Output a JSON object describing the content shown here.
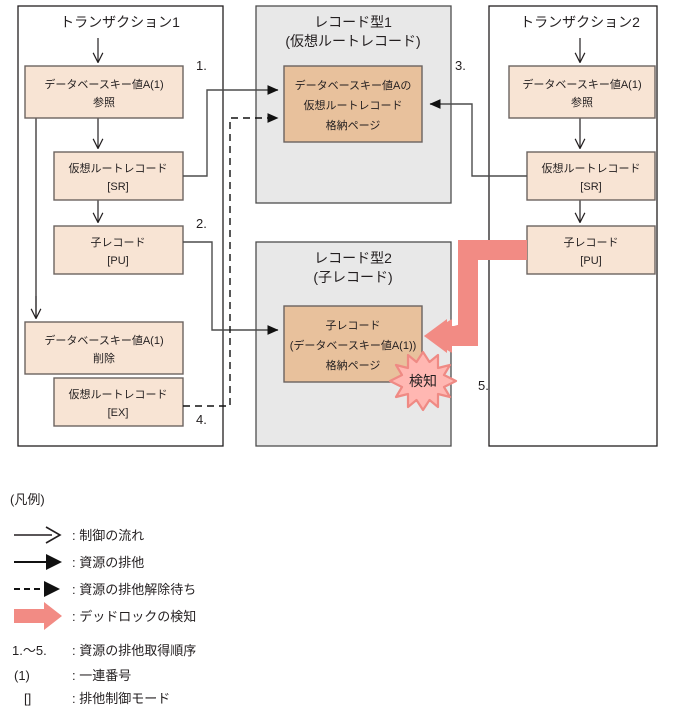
{
  "columns": {
    "transaction1": {
      "title": "トランザクション1",
      "steps": [
        {
          "name": "ref-key-a",
          "lines": [
            "データベースキー値A(1)",
            "参照"
          ]
        },
        {
          "name": "virtual-root-sr",
          "lines": [
            "仮想ルートレコード",
            "[SR]"
          ]
        },
        {
          "name": "child-record-pu",
          "lines": [
            "子レコード",
            "[PU]"
          ]
        },
        {
          "name": "delete-key-a",
          "lines": [
            "データベースキー値A(1)",
            "削除"
          ]
        },
        {
          "name": "virtual-root-ex",
          "lines": [
            "仮想ルートレコード",
            "[EX]"
          ]
        }
      ]
    },
    "record_type1": {
      "title_line1": "レコード型1",
      "title_line2": "(仮想ルートレコード)",
      "page_box": [
        "データベースキー値Aの",
        "仮想ルートレコード",
        "格納ページ"
      ]
    },
    "record_type2": {
      "title_line1": "レコード型2",
      "title_line2": "(子レコード)",
      "page_box": [
        "子レコード",
        "(データベースキー値A(1))",
        "格納ページ"
      ],
      "badge": "検知"
    },
    "transaction2": {
      "title": "トランザクション2",
      "steps": [
        {
          "name": "ref-key-a",
          "lines": [
            "データベースキー値A(1)",
            "参照"
          ]
        },
        {
          "name": "virtual-root-sr",
          "lines": [
            "仮想ルートレコード",
            "[SR]"
          ]
        },
        {
          "name": "child-record-pu",
          "lines": [
            "子レコード",
            "[PU]"
          ]
        }
      ]
    }
  },
  "sequence_markers": [
    "1.",
    "2.",
    "3.",
    "4.",
    "5."
  ],
  "legend": {
    "title": "(凡例)",
    "symbol_rows": [
      {
        "symbol": "open-arrow",
        "text": ": 制御の流れ"
      },
      {
        "symbol": "solid-arrow",
        "text": ": 資源の排他"
      },
      {
        "symbol": "dashed-arrow",
        "text": ": 資源の排他解除待ち"
      },
      {
        "symbol": "thick-pink-arrow",
        "text": ": デッドロックの検知"
      }
    ],
    "note_rows": [
      {
        "key": "1.～5.",
        "text": ": 資源の排他取得順序"
      },
      {
        "key": "(1)",
        "text": ": 一連番号"
      },
      {
        "key": "[]",
        "text": ": 排他制御モード"
      }
    ]
  },
  "colors": {
    "step_box_fill": "#f8e4d4",
    "step_box_stroke": "#6b6360",
    "page_box_fill": "#e8c19c",
    "page_box_stroke": "#6b6360",
    "record_panel_fill": "#e8e8e8",
    "record_panel_stroke": "#4d4d4d",
    "transaction_panel_stroke": "#231f20",
    "connector": "#4d4d4d",
    "pink_arrow": "#f28b84",
    "badge_fill": "#ffb7b2",
    "badge_stroke": "#ef8a84",
    "text": "#231f20"
  }
}
